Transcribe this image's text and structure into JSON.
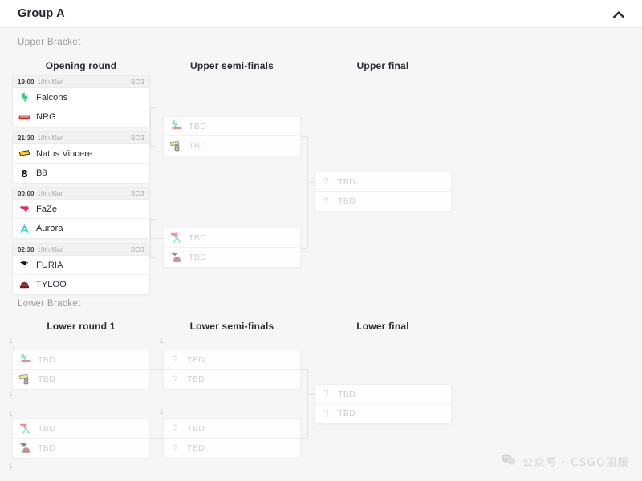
{
  "header": {
    "title": "Group A",
    "collapse_icon": "chevron-up-icon"
  },
  "brackets": {
    "upper_label": "Upper Bracket",
    "lower_label": "Lower Bracket"
  },
  "rounds": {
    "upper": [
      "Opening round",
      "Upper semi-finals",
      "Upper final"
    ],
    "lower": [
      "Lower round 1",
      "Lower semi-finals",
      "Lower final"
    ]
  },
  "tbd_label": "TBD",
  "opening_round": [
    {
      "time": "19:00",
      "date": "18th Mar",
      "format": "BO3",
      "teams": [
        {
          "name": "Falcons",
          "logo": "falcons-logo",
          "color": "#2ecc87"
        },
        {
          "name": "NRG",
          "logo": "nrg-logo",
          "color": "#d42a2a"
        }
      ]
    },
    {
      "time": "21:30",
      "date": "18th Mar",
      "format": "BO3",
      "teams": [
        {
          "name": "Natus Vincere",
          "logo": "navi-logo",
          "color": "#f2d200"
        },
        {
          "name": "B8",
          "logo": "b8-logo",
          "color": "#17171a"
        }
      ]
    },
    {
      "time": "00:00",
      "date": "19th Mar",
      "format": "BO3",
      "teams": [
        {
          "name": "FaZe",
          "logo": "faze-logo",
          "color": "#e8274e"
        },
        {
          "name": "Aurora",
          "logo": "aurora-logo",
          "color": "#3fd0c9"
        }
      ]
    },
    {
      "time": "02:30",
      "date": "19th Mar",
      "format": "BO3",
      "teams": [
        {
          "name": "FURIA",
          "logo": "furia-logo",
          "color": "#16161a"
        },
        {
          "name": "TYLOO",
          "logo": "tyloo-logo",
          "color": "#8e2b36"
        }
      ]
    }
  ],
  "upper_semifinals": [
    {
      "rows": [
        {
          "label": "TBD",
          "ghost": [
            "falcons-logo",
            "nrg-logo"
          ]
        },
        {
          "label": "TBD",
          "ghost": [
            "navi-logo",
            "b8-logo"
          ]
        }
      ]
    },
    {
      "rows": [
        {
          "label": "TBD",
          "ghost": [
            "faze-logo",
            "aurora-logo"
          ]
        },
        {
          "label": "TBD",
          "ghost": [
            "furia-logo",
            "tyloo-logo"
          ]
        }
      ]
    }
  ],
  "upper_final": [
    {
      "rows": [
        {
          "label": "TBD",
          "icon": "question-mark-icon"
        },
        {
          "label": "TBD",
          "icon": "question-mark-icon"
        }
      ]
    }
  ],
  "lower_round1": [
    {
      "rows": [
        {
          "label": "TBD",
          "ghost": [
            "falcons-logo",
            "nrg-logo"
          ]
        },
        {
          "label": "TBD",
          "ghost": [
            "navi-logo",
            "b8-logo"
          ]
        }
      ]
    },
    {
      "rows": [
        {
          "label": "TBD",
          "ghost": [
            "faze-logo",
            "aurora-logo"
          ]
        },
        {
          "label": "TBD",
          "ghost": [
            "furia-logo",
            "tyloo-logo"
          ]
        }
      ]
    }
  ],
  "lower_semifinals": [
    {
      "rows": [
        {
          "label": "TBD",
          "icon": "question-mark-icon"
        },
        {
          "label": "TBD",
          "icon": "question-mark-icon"
        }
      ]
    },
    {
      "rows": [
        {
          "label": "TBD",
          "icon": "question-mark-icon"
        },
        {
          "label": "TBD",
          "icon": "question-mark-icon"
        }
      ]
    }
  ],
  "lower_final": [
    {
      "rows": [
        {
          "label": "TBD",
          "icon": "question-mark-icon"
        },
        {
          "label": "TBD",
          "icon": "question-mark-icon"
        }
      ]
    }
  ],
  "drop_arrows": "↓",
  "watermark": {
    "text": "公众号 · CSGO国服",
    "icon": "wechat-icon"
  },
  "colors": {
    "page_bg": "#f6f6f7",
    "card_bg": "#ffffff",
    "card_border": "#ececed",
    "connector": "#e3e3e6",
    "tbd_text": "#cfcfd4",
    "title_text": "#24242a"
  }
}
